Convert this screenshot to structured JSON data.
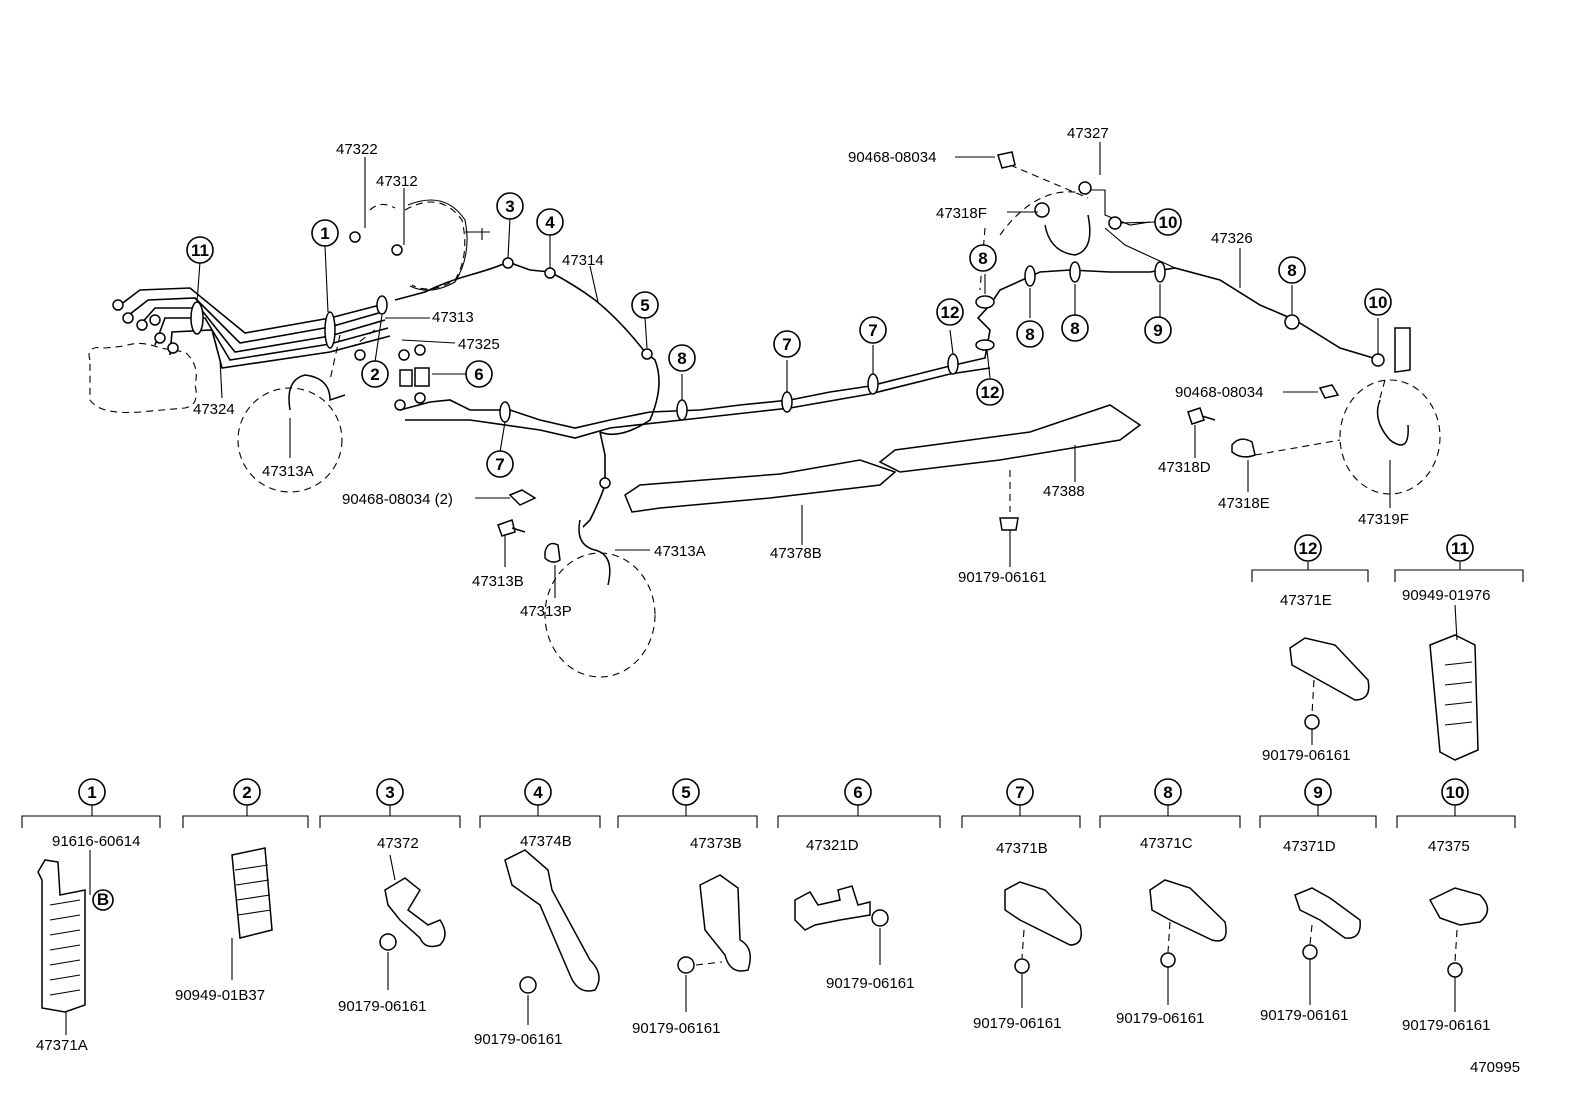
{
  "diagram": {
    "figure_number": "470995",
    "callouts": [
      {
        "id": "c11",
        "text": "11"
      },
      {
        "id": "c1",
        "text": "1"
      },
      {
        "id": "c2",
        "text": "2"
      },
      {
        "id": "c3",
        "text": "3"
      },
      {
        "id": "c4",
        "text": "4"
      },
      {
        "id": "c5",
        "text": "5"
      },
      {
        "id": "c6",
        "text": "6"
      },
      {
        "id": "c7a",
        "text": "7"
      },
      {
        "id": "c7b",
        "text": "7"
      },
      {
        "id": "c7c",
        "text": "7"
      },
      {
        "id": "c8a",
        "text": "8"
      },
      {
        "id": "c8b",
        "text": "8"
      },
      {
        "id": "c8c",
        "text": "8"
      },
      {
        "id": "c8d",
        "text": "8"
      },
      {
        "id": "c8e",
        "text": "8"
      },
      {
        "id": "c9",
        "text": "9"
      },
      {
        "id": "c10a",
        "text": "10"
      },
      {
        "id": "c10b",
        "text": "10"
      },
      {
        "id": "c12a",
        "text": "12"
      },
      {
        "id": "c12b",
        "text": "12"
      }
    ],
    "labels": [
      {
        "id": "l47322",
        "text": "47322"
      },
      {
        "id": "l47312",
        "text": "47312"
      },
      {
        "id": "l47314",
        "text": "47314"
      },
      {
        "id": "l47313",
        "text": "47313"
      },
      {
        "id": "l47325",
        "text": "47325"
      },
      {
        "id": "l47324",
        "text": "47324"
      },
      {
        "id": "l47313A1",
        "text": "47313A"
      },
      {
        "id": "l90468a",
        "text": "90468-08034 (2)"
      },
      {
        "id": "l47313B",
        "text": "47313B"
      },
      {
        "id": "l47313P",
        "text": "47313P"
      },
      {
        "id": "l47313A2",
        "text": "47313A"
      },
      {
        "id": "l47378B",
        "text": "47378B"
      },
      {
        "id": "l47388",
        "text": "47388"
      },
      {
        "id": "l90179a",
        "text": "90179-06161"
      },
      {
        "id": "l47327",
        "text": "47327"
      },
      {
        "id": "l90468b",
        "text": "90468-08034"
      },
      {
        "id": "l47318F",
        "text": "47318F"
      },
      {
        "id": "l47326",
        "text": "47326"
      },
      {
        "id": "l90468c",
        "text": "90468-08034"
      },
      {
        "id": "l47318D",
        "text": "47318D"
      },
      {
        "id": "l47318E",
        "text": "47318E"
      },
      {
        "id": "l47319F",
        "text": "47319F"
      }
    ],
    "detail_groups": [
      {
        "id": "g12",
        "number": "12",
        "parts": [
          "47371E",
          "90179-06161"
        ]
      },
      {
        "id": "g11",
        "number": "11",
        "parts": [
          "90949-01976"
        ]
      },
      {
        "id": "g1",
        "number": "1",
        "parts": [
          "91616-60614",
          "47371A"
        ],
        "marker": "B"
      },
      {
        "id": "g2",
        "number": "2",
        "parts": [
          "90949-01B37"
        ]
      },
      {
        "id": "g3",
        "number": "3",
        "parts": [
          "47372",
          "90179-06161"
        ]
      },
      {
        "id": "g4",
        "number": "4",
        "parts": [
          "47374B",
          "90179-06161"
        ]
      },
      {
        "id": "g5",
        "number": "5",
        "parts": [
          "47373B",
          "90179-06161"
        ]
      },
      {
        "id": "g6",
        "number": "6",
        "parts": [
          "47321D",
          "90179-06161"
        ]
      },
      {
        "id": "g7",
        "number": "7",
        "parts": [
          "47371B",
          "90179-06161"
        ]
      },
      {
        "id": "g8",
        "number": "8",
        "parts": [
          "47371C",
          "90179-06161"
        ]
      },
      {
        "id": "g9",
        "number": "9",
        "parts": [
          "47371D",
          "90179-06161"
        ]
      },
      {
        "id": "g10",
        "number": "10",
        "parts": [
          "47375",
          "90179-06161"
        ]
      }
    ]
  }
}
